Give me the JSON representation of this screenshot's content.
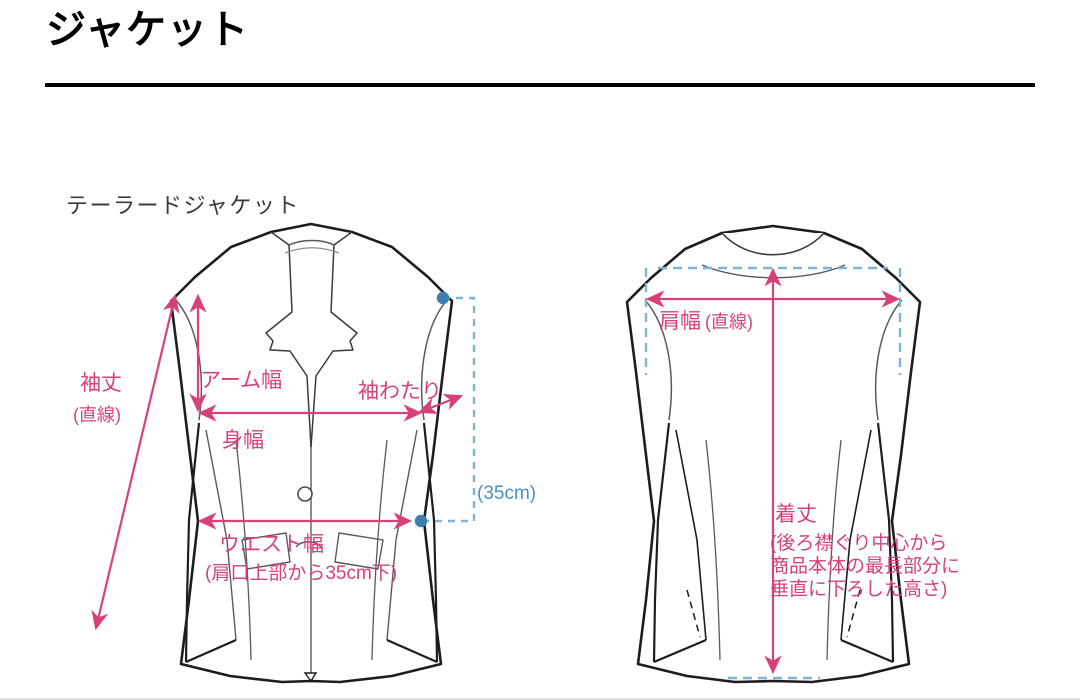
{
  "header": {
    "title": "ジャケット"
  },
  "section": {
    "subtitle": "テーラードジャケット"
  },
  "colors": {
    "pink": "#d6417c",
    "pink_light": "#e79ab9",
    "blue": "#4b8fc0",
    "blue_light": "#7fb4d4",
    "outline": "#1d1d1d",
    "outline_thin": "#5a5a5a",
    "rule": "#000000",
    "background": "#ffffff"
  },
  "front_view": {
    "name": "front-jacket-illustration",
    "labels": {
      "sleeve_length": "袖丈",
      "sleeve_length_note": "(直線)",
      "arm_width": "アーム幅",
      "body_width": "身幅",
      "sleeve_opening": "袖わたり",
      "waist_width": "ウエスト幅",
      "waist_width_note": "(肩口上部から35cm下)",
      "drop_measure": "(35cm)"
    }
  },
  "back_view": {
    "name": "back-jacket-illustration",
    "labels": {
      "shoulder_width": "肩幅",
      "shoulder_width_note": "(直線)",
      "body_length": "着丈",
      "body_length_note_1": "(後ろ襟ぐり中心から",
      "body_length_note_2": "商品本体の最長部分に",
      "body_length_note_3": "垂直に下ろした高さ)"
    }
  }
}
